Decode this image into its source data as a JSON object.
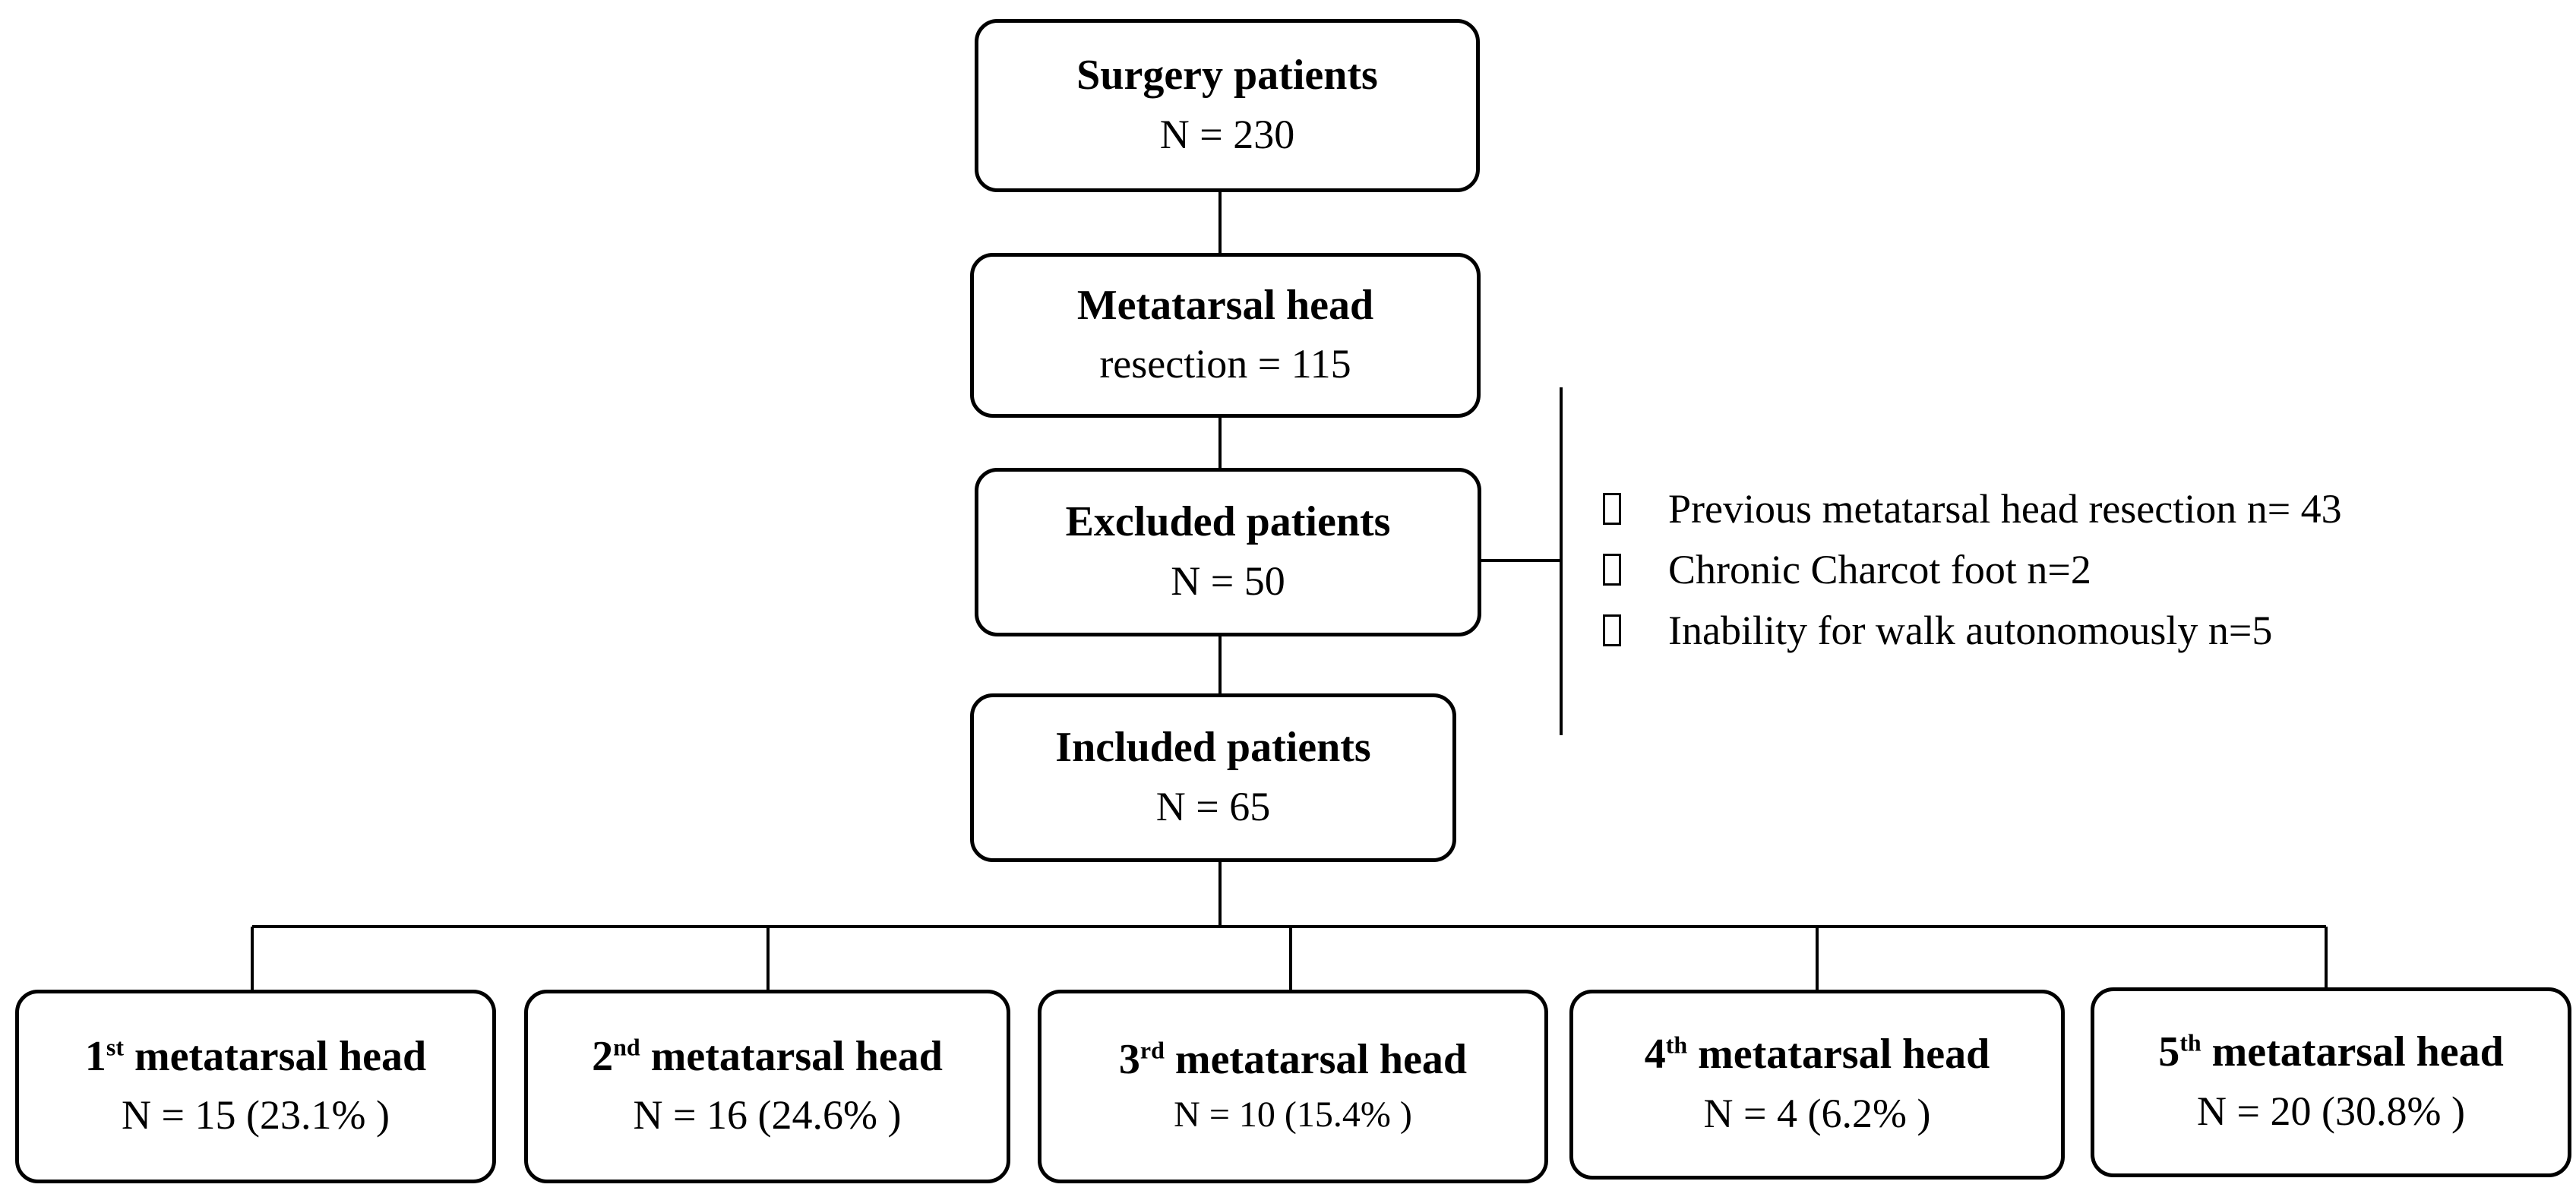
{
  "surgery": {
    "title": "Surgery patients",
    "value": "N = 230"
  },
  "resection": {
    "title": "Metatarsal head",
    "value": "resection = 115"
  },
  "excluded": {
    "title": "Excluded patients",
    "value": "N = 50"
  },
  "included": {
    "title": "Included patients",
    "value": "N = 65"
  },
  "exclusion_reasons": [
    "Previous metatarsal head resection n= 43",
    "Chronic Charcot foot n=2",
    "Inability for walk autonomously n=5"
  ],
  "groups": [
    {
      "num": "1",
      "sup": "st",
      "label": "metatarsal head",
      "value": "N = 15 (23.1% )"
    },
    {
      "num": "2",
      "sup": "nd",
      "label": "metatarsal head",
      "value": "N = 16 (24.6% )"
    },
    {
      "num": "3",
      "sup": "rd",
      "label": "metatarsal head",
      "value": "N = 10 (15.4% )"
    },
    {
      "num": "4",
      "sup": "th",
      "label": "metatarsal head",
      "value": "N = 4 (6.2% )"
    },
    {
      "num": "5",
      "sup": "th",
      "label": "metatarsal head",
      "value": "N = 20 (30.8% )"
    }
  ],
  "colors": {
    "line": "#000000",
    "background": "#ffffff"
  }
}
